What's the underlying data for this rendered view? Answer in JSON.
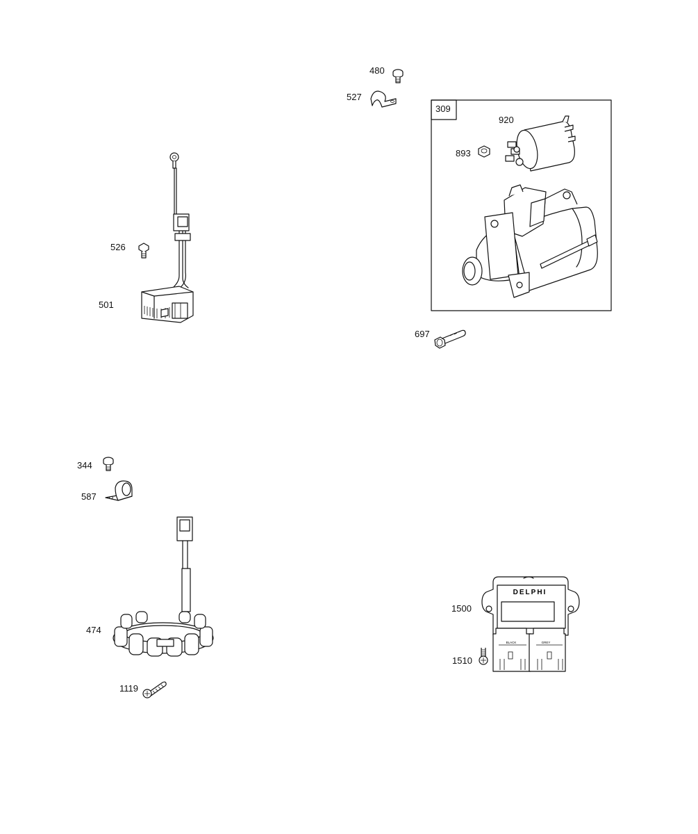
{
  "callouts": {
    "c480": "480",
    "c527": "527",
    "c309": "309",
    "c920": "920",
    "c893": "893",
    "c697": "697",
    "c526": "526",
    "c501": "501",
    "c344": "344",
    "c587": "587",
    "c474": "474",
    "c1119": "1119",
    "c1500": "1500",
    "c1510": "1510"
  },
  "module_text": {
    "brand": "DELPHI",
    "left_connector": "BLACK",
    "right_connector": "GREY"
  }
}
